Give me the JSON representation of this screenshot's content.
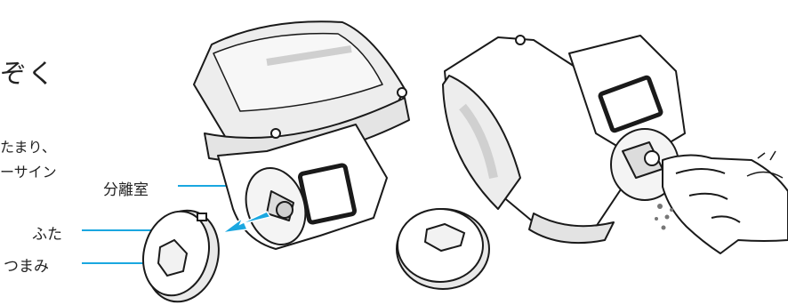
{
  "text": {
    "heading_fragment": "ぞく",
    "body_line_1": "たまり、",
    "body_line_2": "ーサイン"
  },
  "labels": {
    "separation_chamber": "分離室",
    "lid": "ふた",
    "knob": "つまみ"
  },
  "colors": {
    "leader_line": "#1aa7e0",
    "arrow": "#1aa7e0",
    "outline": "#1a1a1a",
    "shade": "#d9d9d9"
  },
  "illustrations": [
    "vacuum-dust-cup-opened-icon",
    "detached-lid-icon",
    "arrow-icon",
    "hand-cleaning-with-cloth-icon"
  ]
}
